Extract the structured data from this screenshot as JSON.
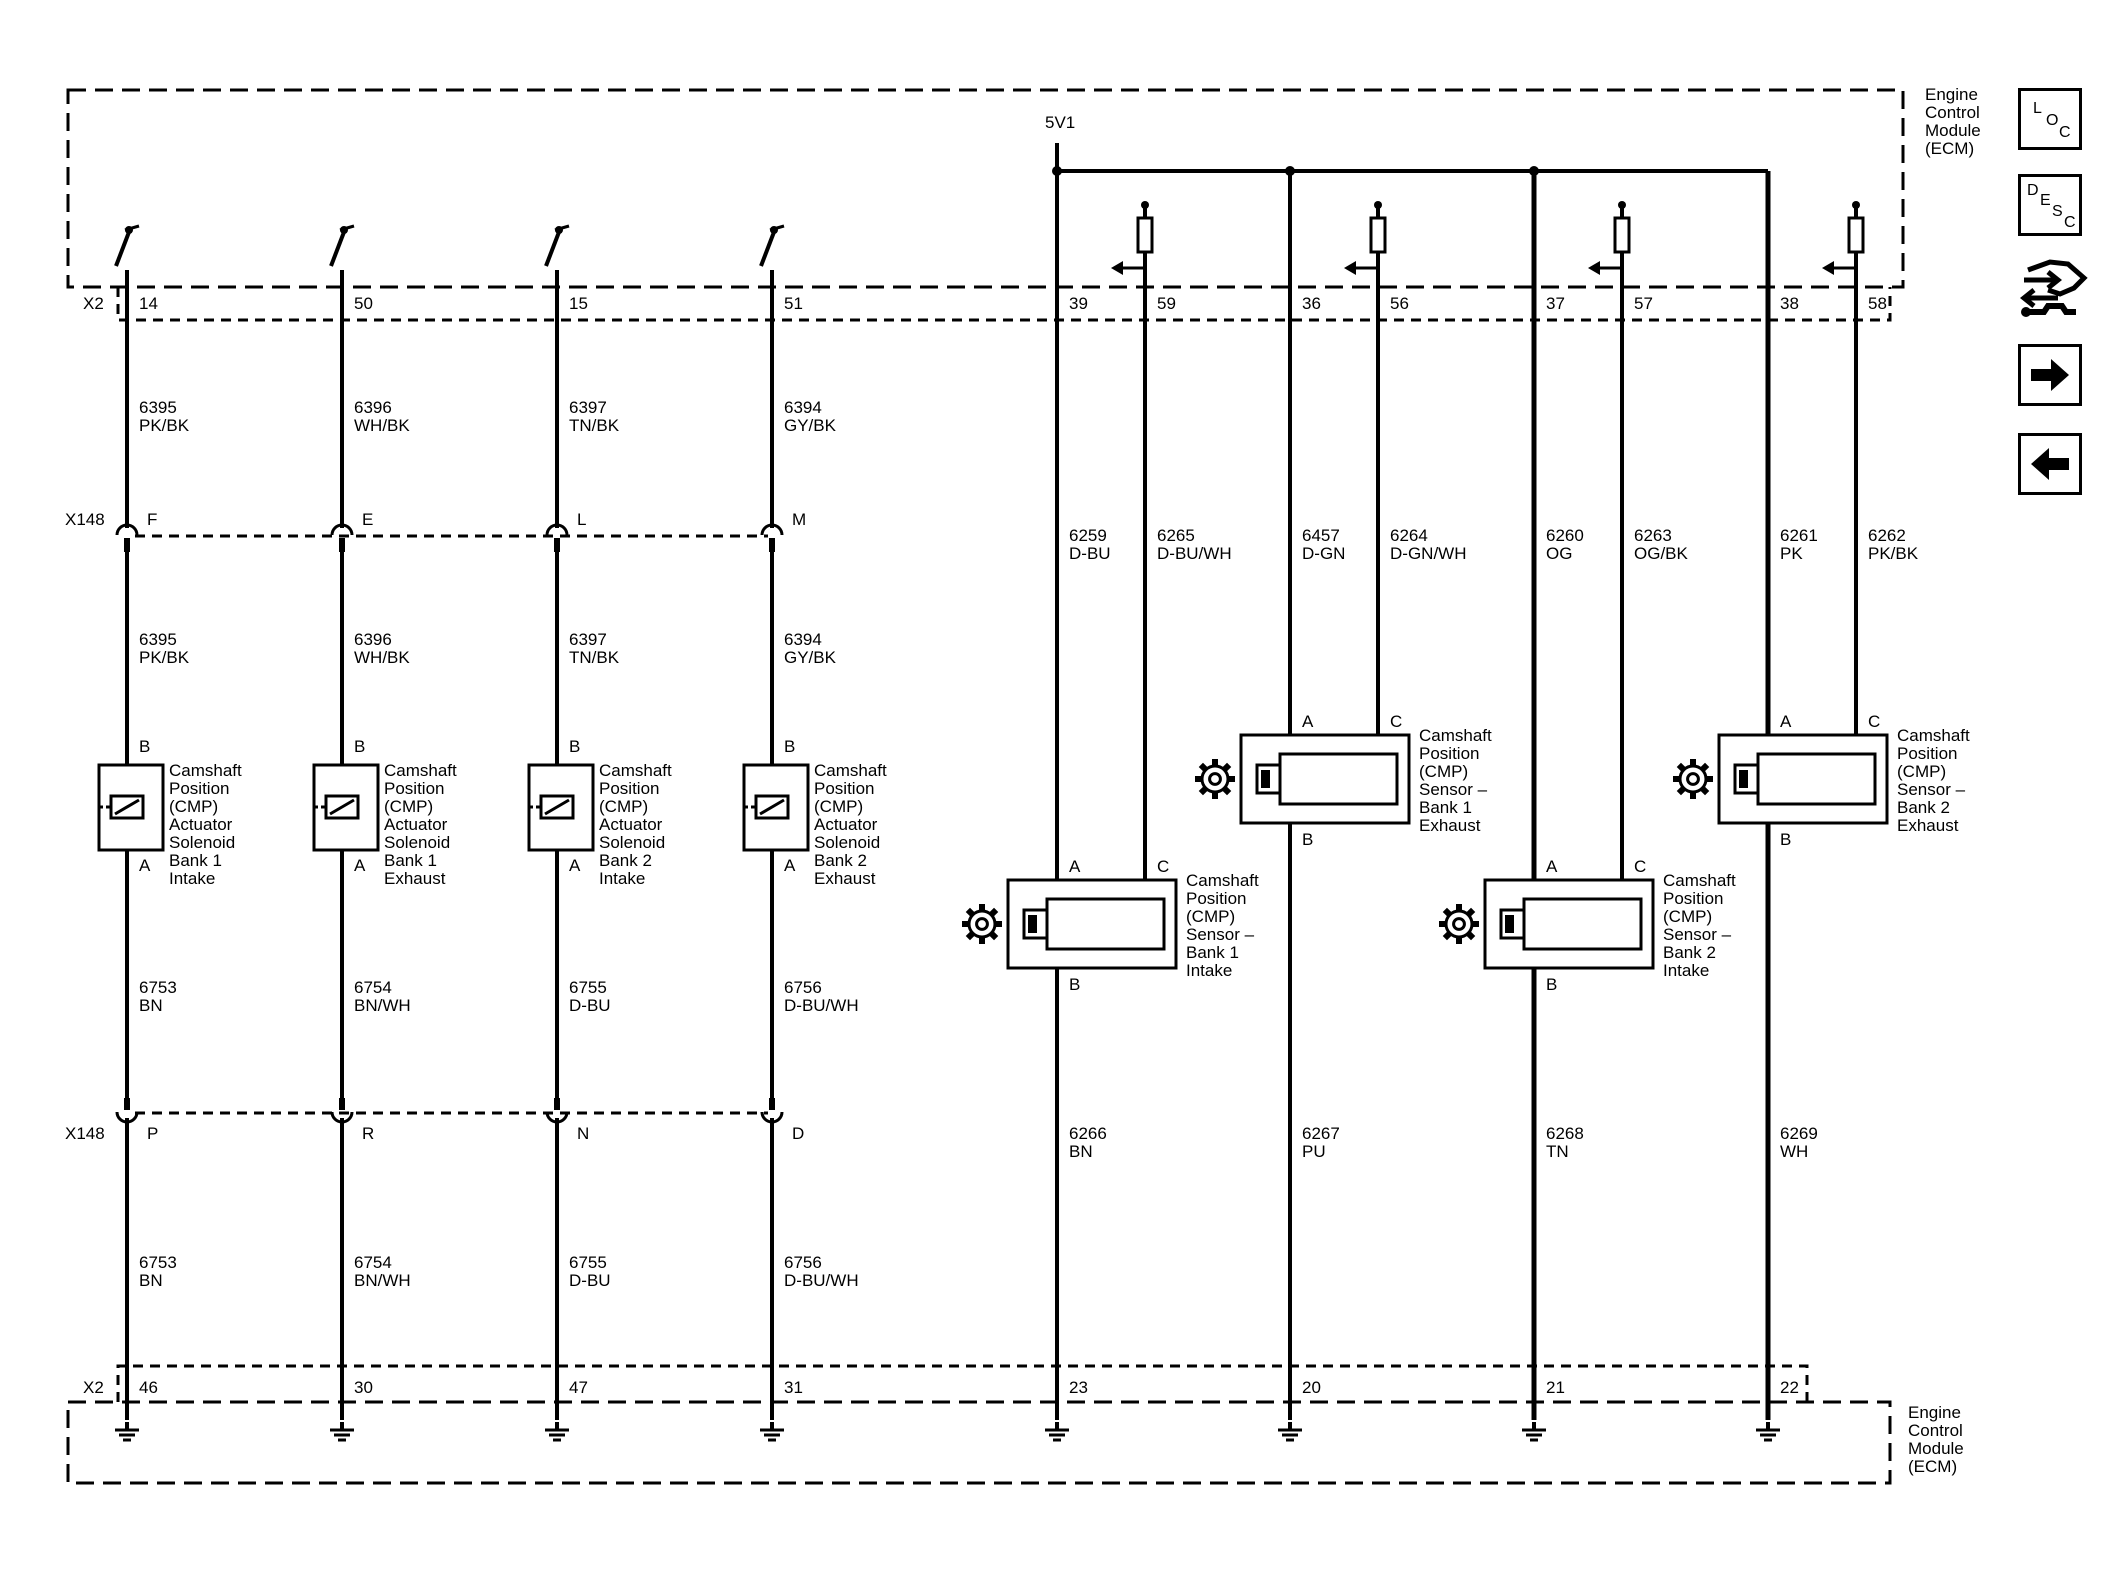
{
  "ecm_label_top": [
    "Engine",
    "Control",
    "Module",
    "(ECM)"
  ],
  "ecm_label_bottom": [
    "Engine",
    "Control",
    "Module",
    "(ECM)"
  ],
  "supply_label": "5V1",
  "connector_x2": "X2",
  "connector_x148": "X148",
  "solenoid_circuits": [
    {
      "top_pin": "14",
      "bottom_pin": "46",
      "upper_wire": {
        "num": "6395",
        "color": "PK/BK"
      },
      "x148_upper_pin": "F",
      "x148_lower_pin": "P",
      "mid_wire": {
        "num": "6395",
        "color": "PK/BK"
      },
      "pin_b": "B",
      "pin_a": "A",
      "name": [
        "Camshaft",
        "Position",
        "(CMP)",
        "Actuator",
        "Solenoid",
        "Bank 1",
        "Intake"
      ],
      "low_wire": {
        "num": "6753",
        "color": "BN"
      },
      "ret_wire": {
        "num": "6753",
        "color": "BN"
      }
    },
    {
      "top_pin": "50",
      "bottom_pin": "30",
      "upper_wire": {
        "num": "6396",
        "color": "WH/BK"
      },
      "x148_upper_pin": "E",
      "x148_lower_pin": "R",
      "mid_wire": {
        "num": "6396",
        "color": "WH/BK"
      },
      "pin_b": "B",
      "pin_a": "A",
      "name": [
        "Camshaft",
        "Position",
        "(CMP)",
        "Actuator",
        "Solenoid",
        "Bank 1",
        "Exhaust"
      ],
      "low_wire": {
        "num": "6754",
        "color": "BN/WH"
      },
      "ret_wire": {
        "num": "6754",
        "color": "BN/WH"
      }
    },
    {
      "top_pin": "15",
      "bottom_pin": "47",
      "upper_wire": {
        "num": "6397",
        "color": "TN/BK"
      },
      "x148_upper_pin": "L",
      "x148_lower_pin": "N",
      "mid_wire": {
        "num": "6397",
        "color": "TN/BK"
      },
      "pin_b": "B",
      "pin_a": "A",
      "name": [
        "Camshaft",
        "Position",
        "(CMP)",
        "Actuator",
        "Solenoid",
        "Bank 2",
        "Intake"
      ],
      "low_wire": {
        "num": "6755",
        "color": "D-BU"
      },
      "ret_wire": {
        "num": "6755",
        "color": "D-BU"
      }
    },
    {
      "top_pin": "51",
      "bottom_pin": "31",
      "upper_wire": {
        "num": "6394",
        "color": "GY/BK"
      },
      "x148_upper_pin": "M",
      "x148_lower_pin": "D",
      "mid_wire": {
        "num": "6394",
        "color": "GY/BK"
      },
      "pin_b": "B",
      "pin_a": "A",
      "name": [
        "Camshaft",
        "Position",
        "(CMP)",
        "Actuator",
        "Solenoid",
        "Bank 2",
        "Exhaust"
      ],
      "low_wire": {
        "num": "6756",
        "color": "D-BU/WH"
      },
      "ret_wire": {
        "num": "6756",
        "color": "D-BU/WH"
      }
    }
  ],
  "sensor_circuits": [
    {
      "supply_pin": "39",
      "signal_pin": "59",
      "ground_pin": "23",
      "supply_wire": {
        "num": "6259",
        "color": "D-BU"
      },
      "signal_wire": {
        "num": "6265",
        "color": "D-BU/WH"
      },
      "ground_wire": {
        "num": "6266",
        "color": "BN"
      },
      "pin_a": "A",
      "pin_c": "C",
      "pin_b": "B",
      "name": [
        "Camshaft",
        "Position",
        "(CMP)",
        "Sensor –",
        "Bank 1",
        "Intake"
      ]
    },
    {
      "supply_pin": "36",
      "signal_pin": "56",
      "ground_pin": "20",
      "supply_wire": {
        "num": "6457",
        "color": "D-GN"
      },
      "signal_wire": {
        "num": "6264",
        "color": "D-GN/WH"
      },
      "ground_wire": {
        "num": "6267",
        "color": "PU"
      },
      "pin_a": "A",
      "pin_c": "C",
      "pin_b": "B",
      "name": [
        "Camshaft",
        "Position",
        "(CMP)",
        "Sensor –",
        "Bank 1",
        "Exhaust"
      ]
    },
    {
      "supply_pin": "37",
      "signal_pin": "57",
      "ground_pin": "21",
      "supply_wire": {
        "num": "6260",
        "color": "OG"
      },
      "signal_wire": {
        "num": "6263",
        "color": "OG/BK"
      },
      "ground_wire": {
        "num": "6268",
        "color": "TN"
      },
      "pin_a": "A",
      "pin_c": "C",
      "pin_b": "B",
      "name": [
        "Camshaft",
        "Position",
        "(CMP)",
        "Sensor –",
        "Bank 2",
        "Intake"
      ]
    },
    {
      "supply_pin": "38",
      "signal_pin": "58",
      "ground_pin": "22",
      "supply_wire": {
        "num": "6261",
        "color": "PK"
      },
      "signal_wire": {
        "num": "6262",
        "color": "PK/BK"
      },
      "ground_wire": {
        "num": "6269",
        "color": "WH"
      },
      "pin_a": "A",
      "pin_c": "C",
      "pin_b": "B",
      "name": [
        "Camshaft",
        "Position",
        "(CMP)",
        "Sensor –",
        "Bank 2",
        "Exhaust"
      ]
    }
  ],
  "nav": {
    "loc": {
      "big": "L",
      "sub1": "O",
      "sub2": "C"
    },
    "desc": {
      "big": "D",
      "sub1": "E",
      "sub2": "S",
      "sub3": "C"
    }
  }
}
